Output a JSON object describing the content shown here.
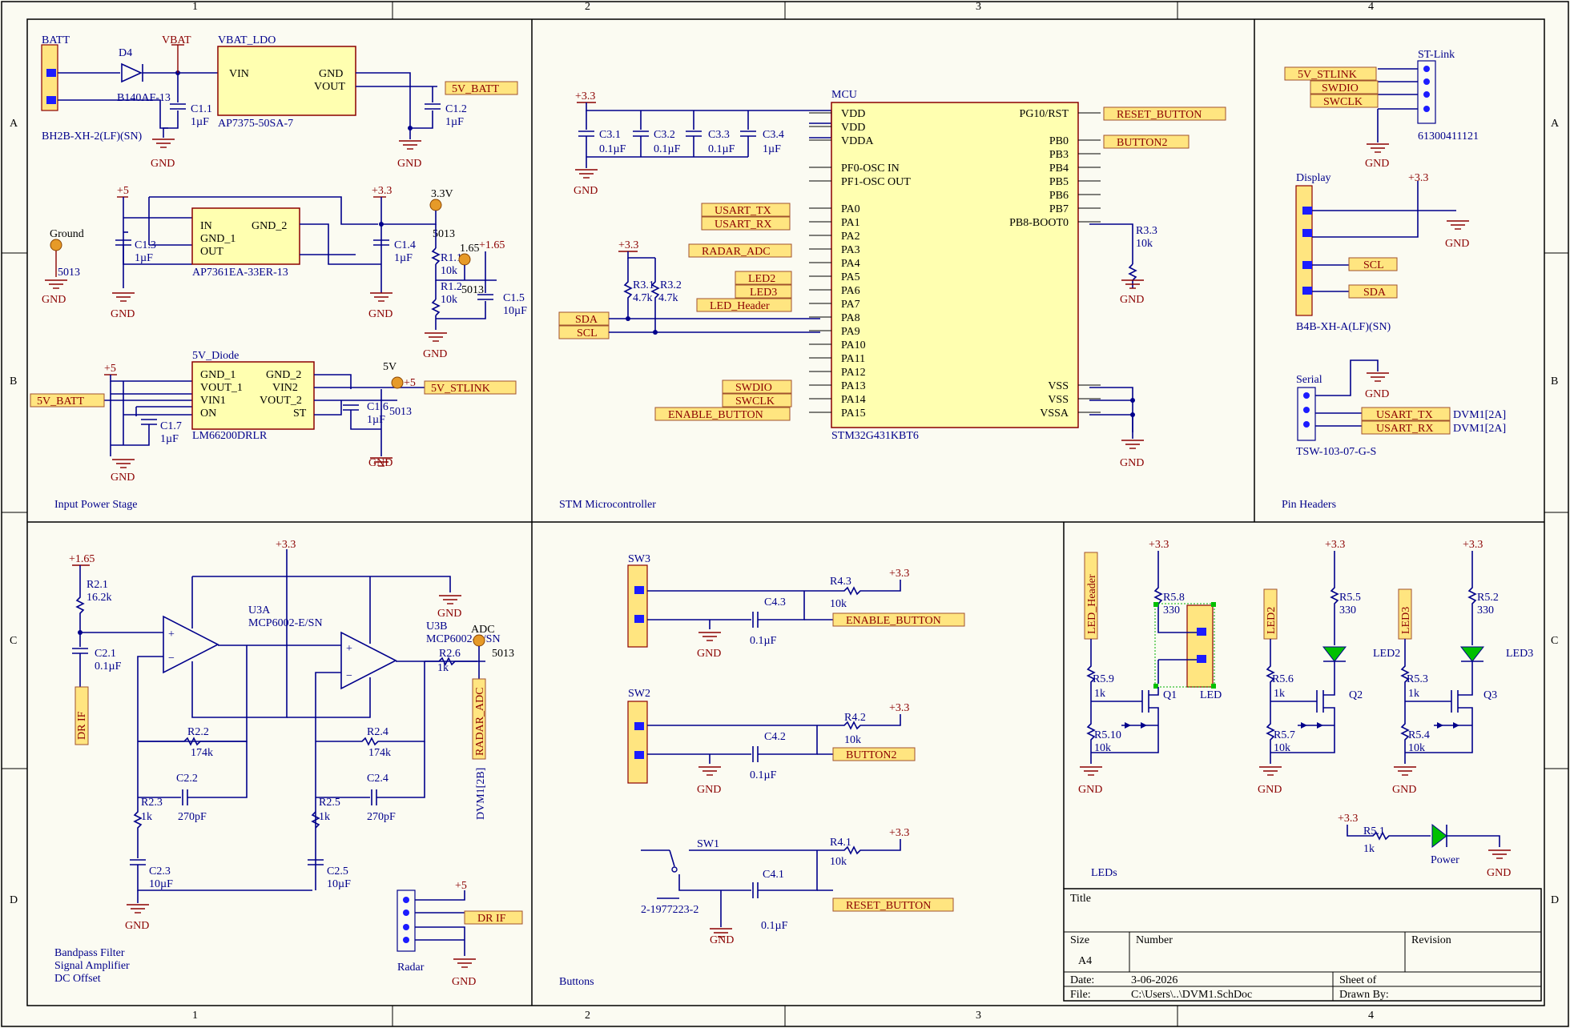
{
  "border": {
    "cols": [
      "1",
      "2",
      "3",
      "4"
    ],
    "rows": [
      "A",
      "B",
      "C",
      "D"
    ]
  },
  "sections": {
    "power": "Input Power Stage",
    "mcu": "STM Microcontroller",
    "headers": "Pin Headers",
    "filter": [
      "Bandpass Filter",
      "Signal Amplifier",
      "DC Offset"
    ],
    "buttons": "Buttons",
    "leds": "LEDs"
  },
  "power": {
    "batt": "BATT",
    "batt_part": "BH2B-XH-2(LF)(SN)",
    "d4": "D4",
    "d4_part": "B140AF-13",
    "vbat": "VBAT",
    "ldo": "VBAT_LDO",
    "ldo_vin": "VIN",
    "ldo_gnd": "GND",
    "ldo_vout": "VOUT",
    "ldo_part": "AP7375-50SA-7",
    "c11": "C1.1",
    "c11v": "1µF",
    "c12": "C1.2",
    "c12v": "1µF",
    "net_5vbatt": "5V_BATT",
    "gnd": "GND",
    "ground": "Ground",
    "tp5013": "5013",
    "p5": "+5",
    "p33": "+3.3",
    "reg_in": "IN",
    "reg_gnd2": "GND_2",
    "reg_gnd1": "GND_1",
    "reg_out": "OUT",
    "reg_part": "AP7361EA-33ER-13",
    "c13": "C1.3",
    "c13v": "1µF",
    "c14": "C1.4",
    "c14v": "1µF",
    "tp33": "3.3V",
    "r11": "R1.1",
    "r11v": "10k",
    "r12": "R1.2",
    "r12v": "10k",
    "tp165": "1.65",
    "p165": "+1.65",
    "c15": "C1.5",
    "c15v": "10µF",
    "diode": "5V_Diode",
    "d_gnd1": "GND_1",
    "d_vout1": "VOUT_1",
    "d_vin1": "VIN1",
    "d_on": "ON",
    "d_gnd2": "GND_2",
    "d_vin2": "VIN2",
    "d_vout2": "VOUT_2",
    "d_st": "ST",
    "d_part": "LM66200DRLR",
    "c16": "C1.6",
    "c16v": "1µF",
    "c17": "C1.7",
    "c17v": "1µF",
    "tp5v": "5V",
    "net_5vstlink": "5V_STLINK"
  },
  "mcu": {
    "title": "MCU",
    "part": "STM32G431KBT6",
    "c31": "C3.1",
    "c32": "C3.2",
    "c33": "C3.3",
    "c34": "C3.4",
    "cv": "0.1µF",
    "c34v": "1µF",
    "left": [
      "VDD",
      "VDD",
      "VDDA",
      "PF0-OSC IN",
      "PF1-OSC OUT",
      "PA0",
      "PA1",
      "PA2",
      "PA3",
      "PA4",
      "PA5",
      "PA6",
      "PA7",
      "PA8",
      "PA9",
      "PA10",
      "PA11",
      "PA12",
      "PA13",
      "PA14",
      "PA15"
    ],
    "right": [
      "PG10/RST",
      "PB0",
      "PB3",
      "PB4",
      "PB5",
      "PB6",
      "PB7",
      "PB8-BOOT0",
      "VSS",
      "VSS",
      "VSSA"
    ],
    "nets_left": [
      "USART_TX",
      "USART_RX",
      "RADAR_ADC",
      "LED2",
      "LED3",
      "LED_Header",
      "SDA",
      "SCL",
      "SWDIO",
      "SWCLK",
      "ENABLE_BUTTON"
    ],
    "nets_right": [
      "RESET_BUTTON",
      "BUTTON2"
    ],
    "r31": "R3.1",
    "r31v": "4.7k",
    "r32": "R3.2",
    "r32v": "4.7k",
    "r33": "R3.3",
    "r33v": "10k"
  },
  "headers": {
    "stlink": "ST-Link",
    "stlink_part": "61300411121",
    "stlink_nets": [
      "5V_STLINK",
      "SWDIO",
      "SWCLK"
    ],
    "display": "Display",
    "display_part": "B4B-XH-A(LF)(SN)",
    "display_nets": [
      "SCL",
      "SDA"
    ],
    "serial": "Serial",
    "serial_part": "TSW-103-07-G-S",
    "serial_nets": [
      "USART_TX",
      "USART_RX"
    ],
    "dvm": "DVM1[2A]"
  },
  "filter": {
    "p165": "+1.65",
    "r21": "R2.1",
    "r21v": "16.2k",
    "c21": "C2.1",
    "c21v": "0.1µF",
    "u3a": "U3A",
    "u3b": "U3B",
    "part": "MCP6002-E/SN",
    "r22": "R2.2",
    "r22v": "174k",
    "r24": "R2.4",
    "r24v": "174k",
    "c22": "C2.2",
    "c22v": "270pF",
    "c24": "C2.4",
    "c24v": "270pF",
    "r23": "R2.3",
    "r23v": "1k",
    "r25": "R2.5",
    "r25v": "1k",
    "c23": "C2.3",
    "c23v": "10µF",
    "c25": "C2.5",
    "c25v": "10µF",
    "r26": "R2.6",
    "r26v": "1k",
    "adc": "ADC",
    "tp": "5013",
    "radar_adc": "RADAR_ADC",
    "dvm2b": "DVM1[2B]",
    "drif": "DR IF",
    "radar": "Radar"
  },
  "buttons": {
    "sw3": "SW3",
    "sw2": "SW2",
    "sw1": "SW1",
    "sw1_part": "2-1977223-2",
    "c43": "C4.3",
    "c42": "C4.2",
    "c41": "C4.1",
    "cv": "0.1µF",
    "r43": "R4.3",
    "r42": "R4.2",
    "r41": "R4.1",
    "rv": "10k",
    "enable": "ENABLE_BUTTON",
    "button2": "BUTTON2",
    "reset": "RESET_BUTTON"
  },
  "leds": {
    "led_header": "LED_Header",
    "led2": "LED2",
    "led3": "LED3",
    "r58": "R5.8",
    "r55": "R5.5",
    "r52": "R5.2",
    "r330": "330",
    "r59": "R5.9",
    "r56": "R5.6",
    "r53": "R5.3",
    "r1k": "1k",
    "r510": "R5.10",
    "r57": "R5.7",
    "r54": "R5.4",
    "r10k": "10k",
    "q1": "Q1",
    "q2": "Q2",
    "q3": "Q3",
    "led": "LED",
    "led2l": "LED2",
    "led3l": "LED3",
    "r51": "R5.1",
    "r51v": "1k",
    "power": "Power"
  },
  "titleblock": {
    "title": "Title",
    "size": "Size",
    "size_v": "A4",
    "number": "Number",
    "revision": "Revision",
    "date": "Date:",
    "date_v": "3-06-2026",
    "sheet": "Sheet  of",
    "file": "File:",
    "file_v": "C:\\Users\\..\\DVM1.SchDoc",
    "drawn": "Drawn By:"
  }
}
